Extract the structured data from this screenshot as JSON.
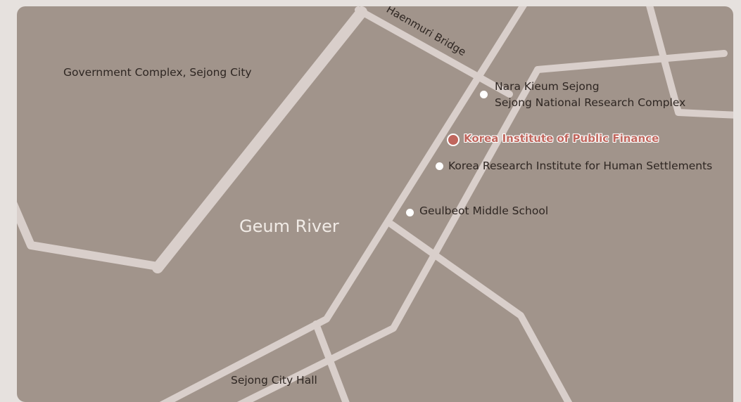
{
  "map": {
    "colors": {
      "land": "#a1948b",
      "road": "#d9cfcb",
      "background": "#e6e1de",
      "highlight": "#c0665d",
      "marker": "#ffffff"
    },
    "river_label": "Geum River",
    "bridge_label": "Haenmuri Bridge",
    "area_label": "Government Complex, Sejong City",
    "city_hall_label": "Sejong City Hall",
    "highlighted_place": "Korea Institute of Public Finance",
    "places": [
      {
        "line1": "Nara Kieum Sejong",
        "line2": "Sejong National Research Complex"
      },
      {
        "line1": "Korea Research Institute for Human Settlements"
      },
      {
        "line1": "Geulbeot Middle School"
      }
    ]
  }
}
